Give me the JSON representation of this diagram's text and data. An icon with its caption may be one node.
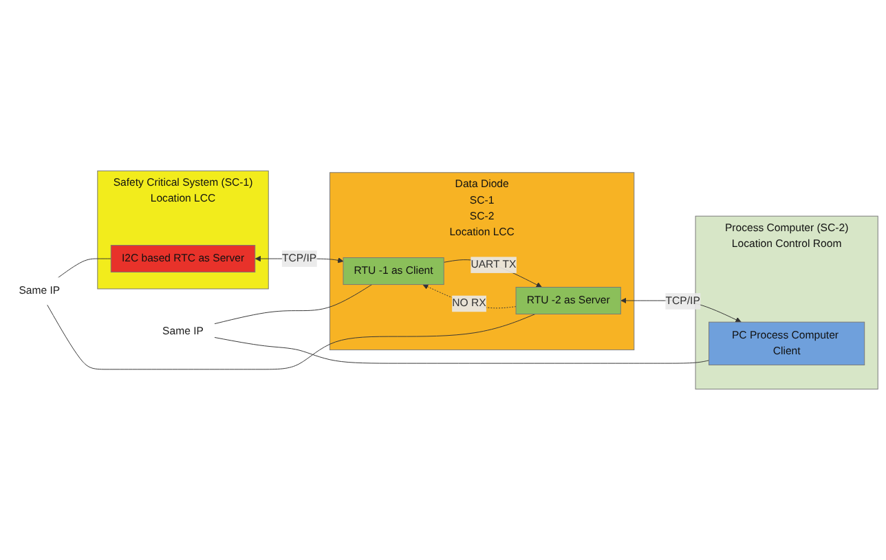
{
  "diagram": {
    "nodes": [
      {
        "text": [
          "Safety Critical System (SC-1)",
          "Location LCC"
        ]
      },
      {
        "text": [
          "I2C based RTC as Server"
        ],
        "in": 0
      },
      {
        "text": [
          "Data Diode",
          "SC-1",
          "SC-2",
          "Location LCC"
        ]
      },
      {
        "text": [
          "RTU -1 as Client"
        ],
        "in": 2
      },
      {
        "text": [
          "RTU -2 as Server"
        ],
        "in": 2
      },
      {
        "text": [
          "Process Computer (SC-2)",
          "Location Control Room"
        ]
      },
      {
        "text": [
          "PC Process Computer Client"
        ],
        "in": 5
      },
      {
        "text": [
          "Same IP"
        ]
      },
      {
        "text": [
          "Same IP"
        ]
      }
    ],
    "edges": [
      {
        "from": 1,
        "to": 3,
        "arrow": "both",
        "label": "TCP/IP"
      },
      {
        "from": 3,
        "to": 4,
        "arrow": "to",
        "label": "UART TX"
      },
      {
        "from": 4,
        "to": 3,
        "arrow": "to",
        "label": "NO RX",
        "style": "dashed"
      },
      {
        "from": 4,
        "to": 6,
        "arrow": "both",
        "label": "TCP/IP"
      },
      {
        "from": 7,
        "to": 1,
        "arrow": "none"
      },
      {
        "from": 7,
        "to": 4,
        "arrow": "none"
      },
      {
        "from": 8,
        "to": 3,
        "arrow": "none"
      },
      {
        "from": 8,
        "to": 6,
        "arrow": "none"
      }
    ]
  }
}
